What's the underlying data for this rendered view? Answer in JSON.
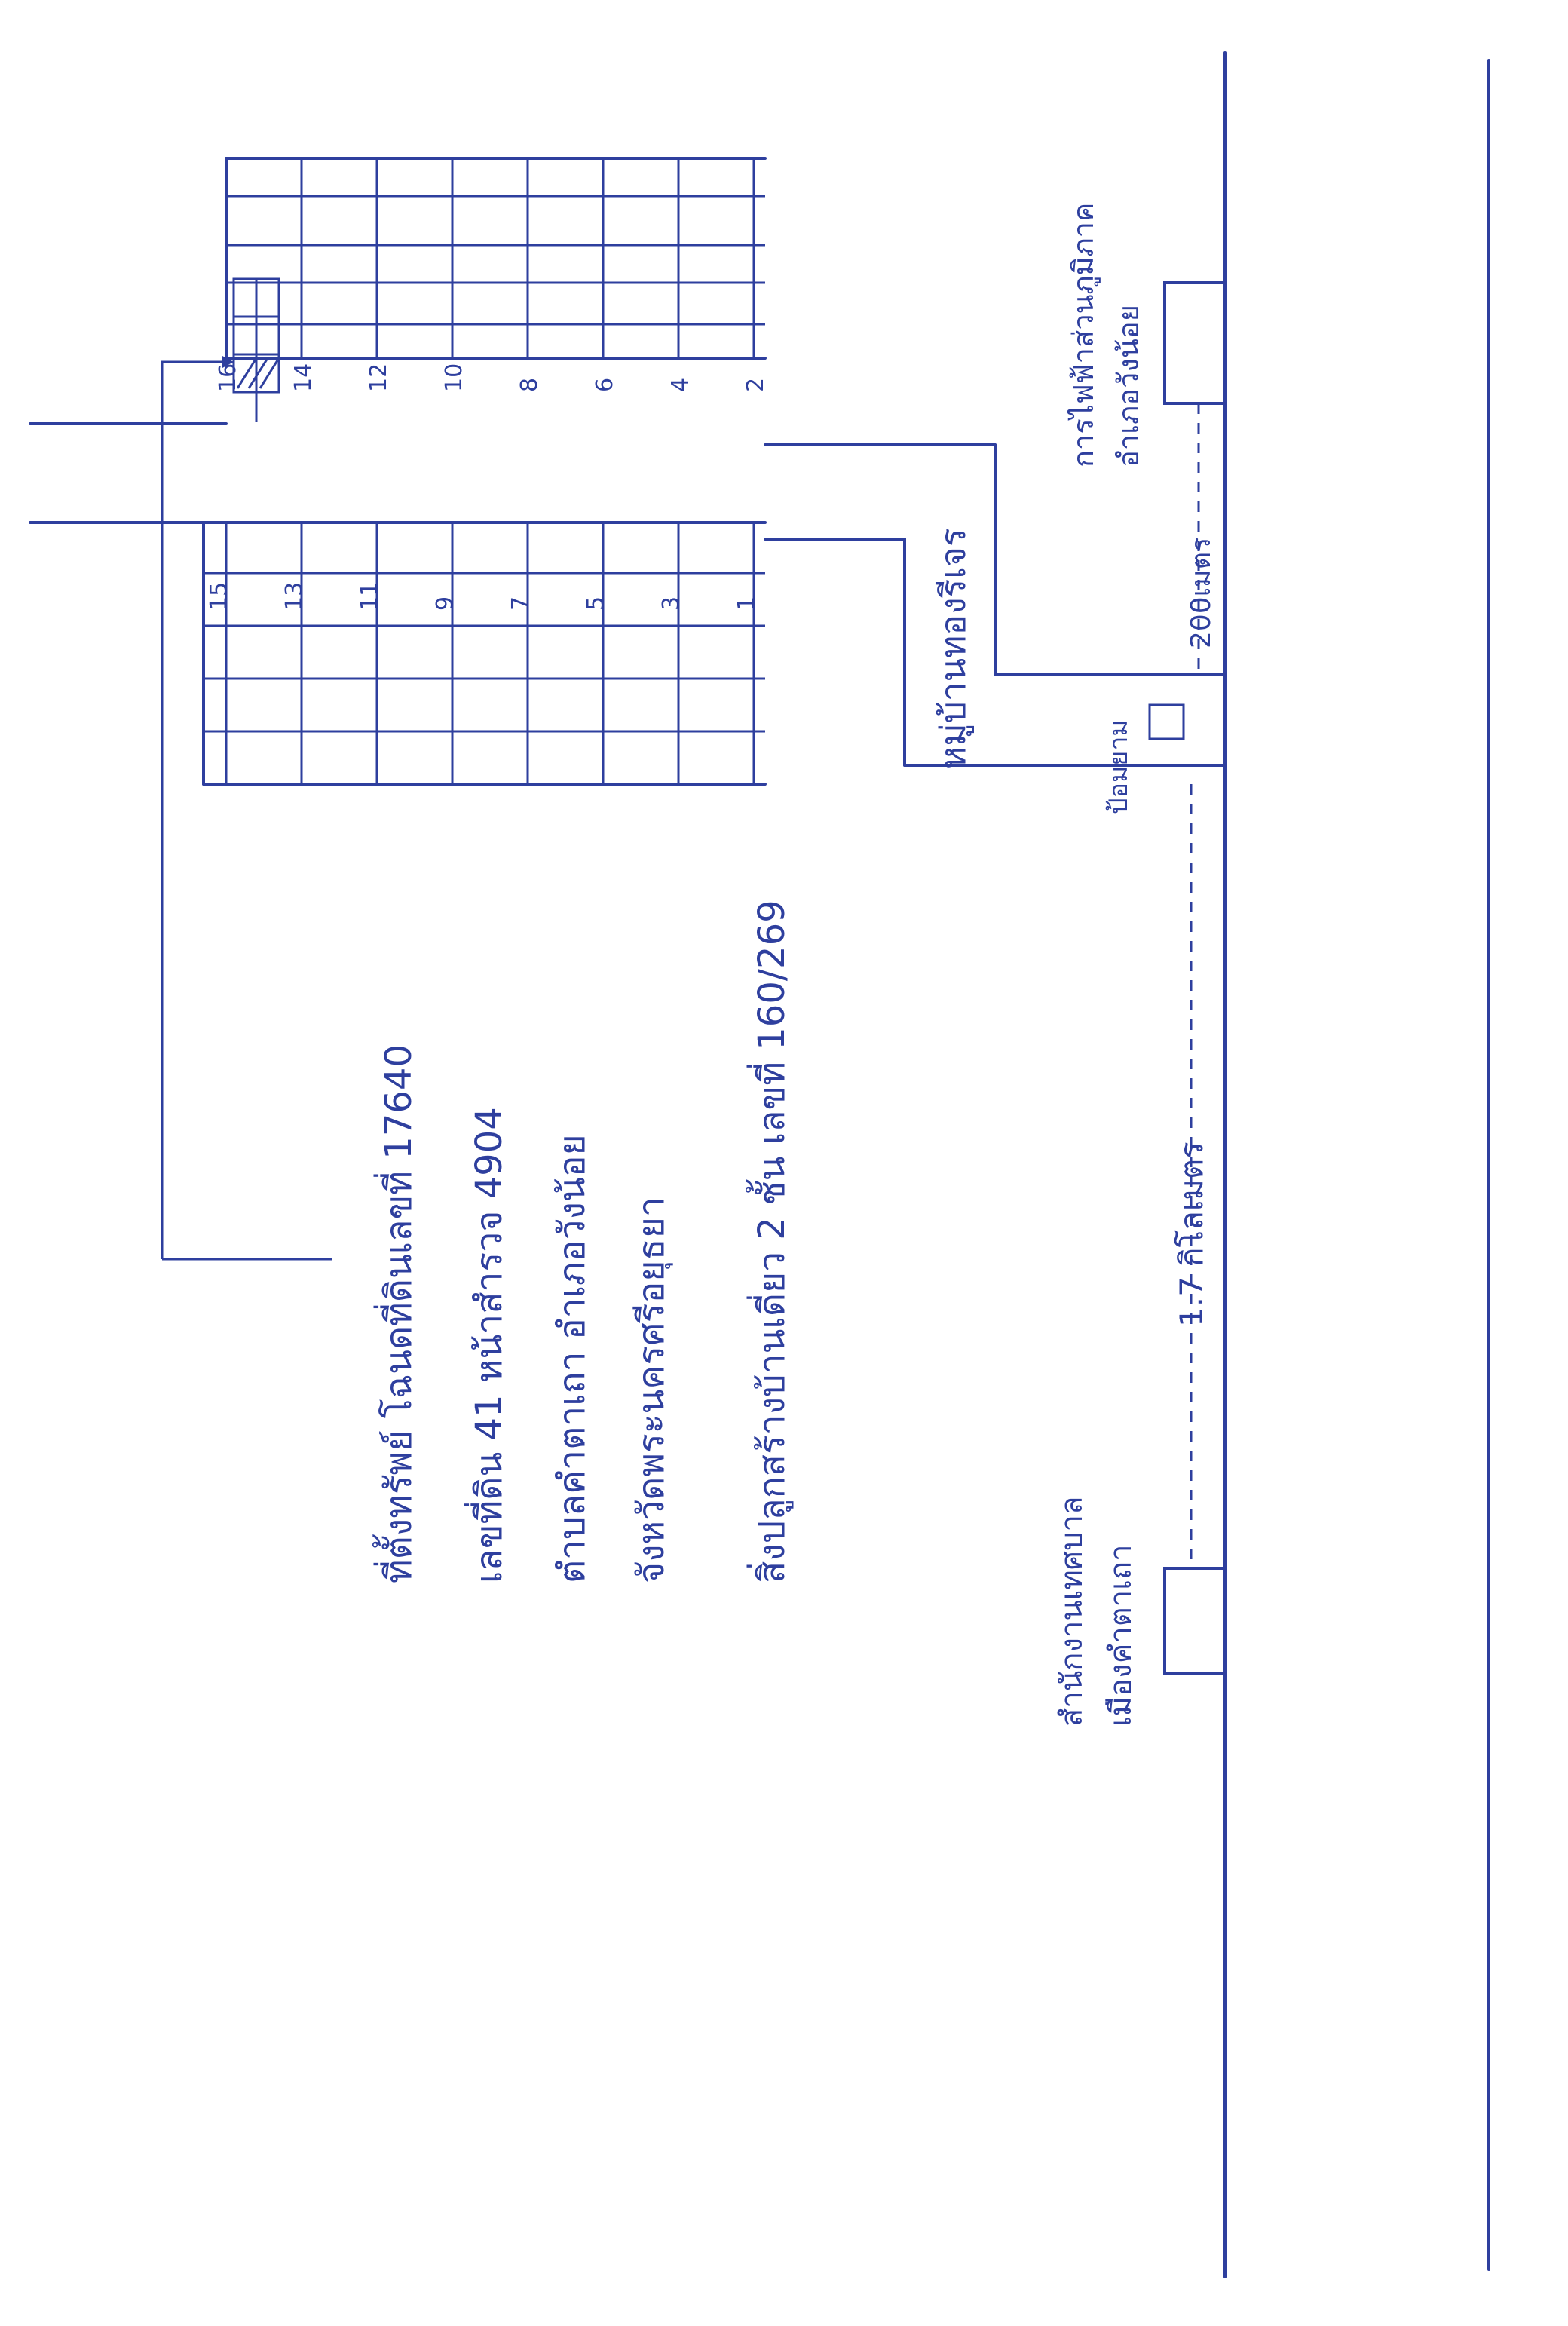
{
  "location": {
    "line1": "ที่ตั้งทรัพย์ โฉนดที่ดินเลขที่ 17640",
    "line2": "เลขที่ดิน 41   หน้าสำรวจ 4904",
    "line3": "ตำบลคำตาเถา   อำเภอวังน้อย",
    "line4": "จังหวัดพระนครศรีอยุธยา",
    "line5": "สิ่งปลูกสร้างบ้านเดี่ยว 2 ชั้น  เลขที่ 160/269"
  },
  "labels": {
    "village": "หมู่บ้านทองรีเจร",
    "guardhouse": "ป้อมยาม",
    "electricity_office_line1": "การไฟฟ้าส่วนภูมิภาค",
    "electricity_office_line2": "อำเภอวังน้อย",
    "distance_short": "200เมตร",
    "distance_long": "1.7 กิโลเมตร",
    "municipality_line1": "สำนักงานเทศบาล",
    "municipality_line2": "เมืองคำตาเถา"
  },
  "plots": {
    "upper": [
      "16",
      "14",
      "12",
      "10",
      "8",
      "6",
      "4",
      "2"
    ],
    "lower": [
      "15",
      "13",
      "11",
      "9",
      "7",
      "5",
      "3",
      "1"
    ],
    "subject": "16"
  }
}
